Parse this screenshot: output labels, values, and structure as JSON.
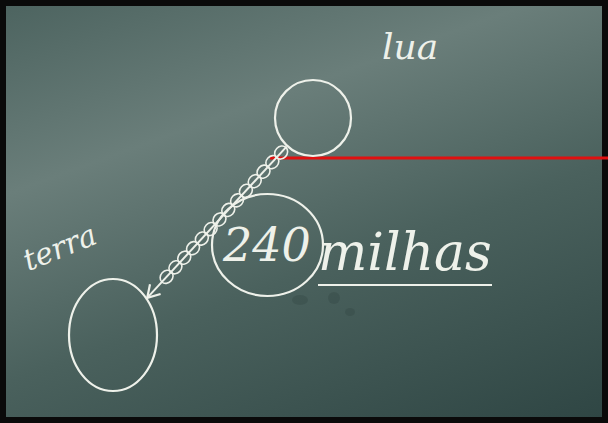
{
  "diagram": {
    "nodes": [
      {
        "text": [
          "lua"
        ]
      },
      {
        "text": [
          "240"
        ]
      },
      {
        "text": [
          "terra"
        ]
      }
    ],
    "edges": [
      {
        "from": 0,
        "to": 2,
        "arrow": "to"
      }
    ],
    "labels": [
      "milhas"
    ]
  }
}
